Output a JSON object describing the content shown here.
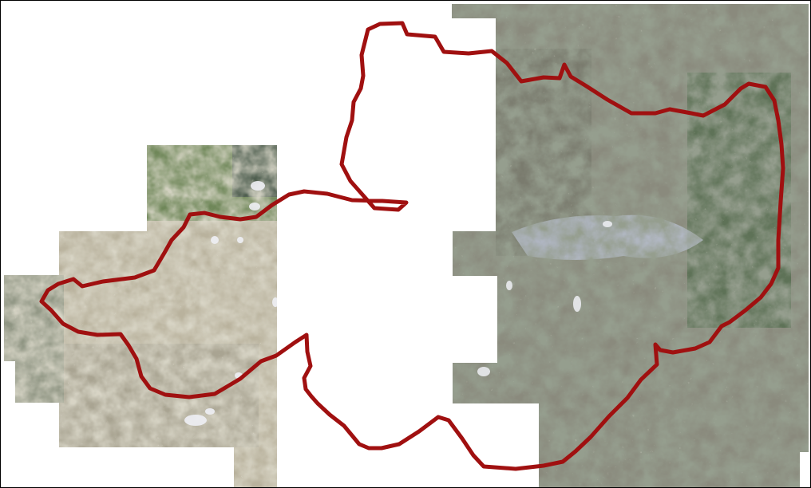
{
  "map": {
    "description_visible_text": "",
    "colors": {
      "background": "#ffffff",
      "frame": "#000000",
      "boundary": "#a01010",
      "imagery_left_base": "#b9b29d",
      "imagery_left_green": "#6f8759",
      "imagery_left_dark": "#4e5e4f",
      "imagery_right_base": "#8a8a7d",
      "imagery_right_dark": "#5f6655",
      "imagery_right_green": "#4f6a4b",
      "imagery_right_light": "#a7aaa7",
      "town": "#b9bfd0"
    },
    "layers": [
      {
        "name": "white-background"
      },
      {
        "name": "left-imagery-mosaic"
      },
      {
        "name": "right-imagery-mosaic"
      },
      {
        "name": "study-area-boundary"
      }
    ]
  }
}
